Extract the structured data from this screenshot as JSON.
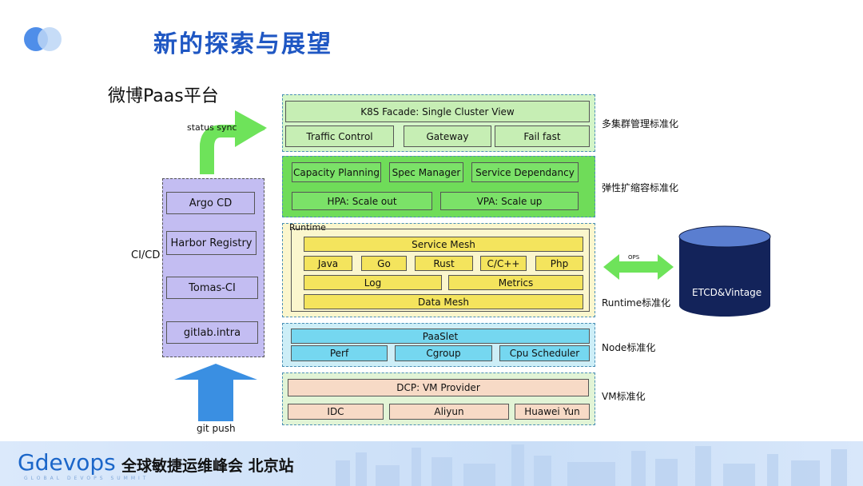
{
  "header": {
    "title": "新的探索与展望",
    "subtitle": "微博Paas平台"
  },
  "cicd": {
    "label": "CI/CD",
    "status_sync": "status sync",
    "git_push": "git push",
    "items": [
      "Argo CD",
      "Harbor Registry",
      "Tomas-CI",
      "gitlab.intra"
    ]
  },
  "layers": {
    "multi_cluster": {
      "label": "多集群管理标准化",
      "facade": "K8S Facade: Single Cluster View",
      "items": [
        "Traffic Control",
        "Gateway",
        "Fail fast"
      ]
    },
    "elastic": {
      "label": "弹性扩缩容标准化",
      "row1": [
        "Capacity Planning",
        "Spec Manager",
        "Service Dependancy"
      ],
      "row2": [
        "HPA: Scale out",
        "VPA: Scale up"
      ]
    },
    "runtime": {
      "label": "Runtime标准化",
      "title": "Runtime",
      "service_mesh": "Service Mesh",
      "languages": [
        "Java",
        "Go",
        "Rust",
        "C/C++",
        "Php"
      ],
      "log": "Log",
      "metrics": "Metrics",
      "data_mesh": "Data Mesh"
    },
    "node": {
      "label": "Node标准化",
      "paaslet": "PaaSlet",
      "items": [
        "Perf",
        "Cgroup",
        "Cpu Scheduler"
      ]
    },
    "vm": {
      "label": "VM标准化",
      "provider": "DCP: VM Provider",
      "items": [
        "IDC",
        "Aliyun",
        "Huawei Yun"
      ]
    }
  },
  "etcd": {
    "ops": "OPS",
    "label": "ETCD&Vintage"
  },
  "footer": {
    "brand": "Gdevops",
    "brand_sub": "GLOBAL DEVOPS SUMMIT",
    "conference": "全球敏捷运维峰会 北京站"
  },
  "colors": {
    "title_blue": "#1f57c3",
    "layer1_bg": "#d4f5c8",
    "layer1_box": "#c6eeb4",
    "layer2_bg": "#6fdc59",
    "layer2_box": "#7be268",
    "runtime_bg": "#fbf6cd",
    "runtime_box": "#f4e45d",
    "node_bg": "#cdeef7",
    "node_box": "#75d7f0",
    "vm_bg": "#e2f4d6",
    "vm_box": "#f7dac6",
    "cicd_bg": "#c3bdf2",
    "arrow_green": "#6ee35a",
    "arrow_blue": "#3a8fe2",
    "etcd_dark": "#13235a",
    "etcd_top": "#5a7ed0"
  }
}
